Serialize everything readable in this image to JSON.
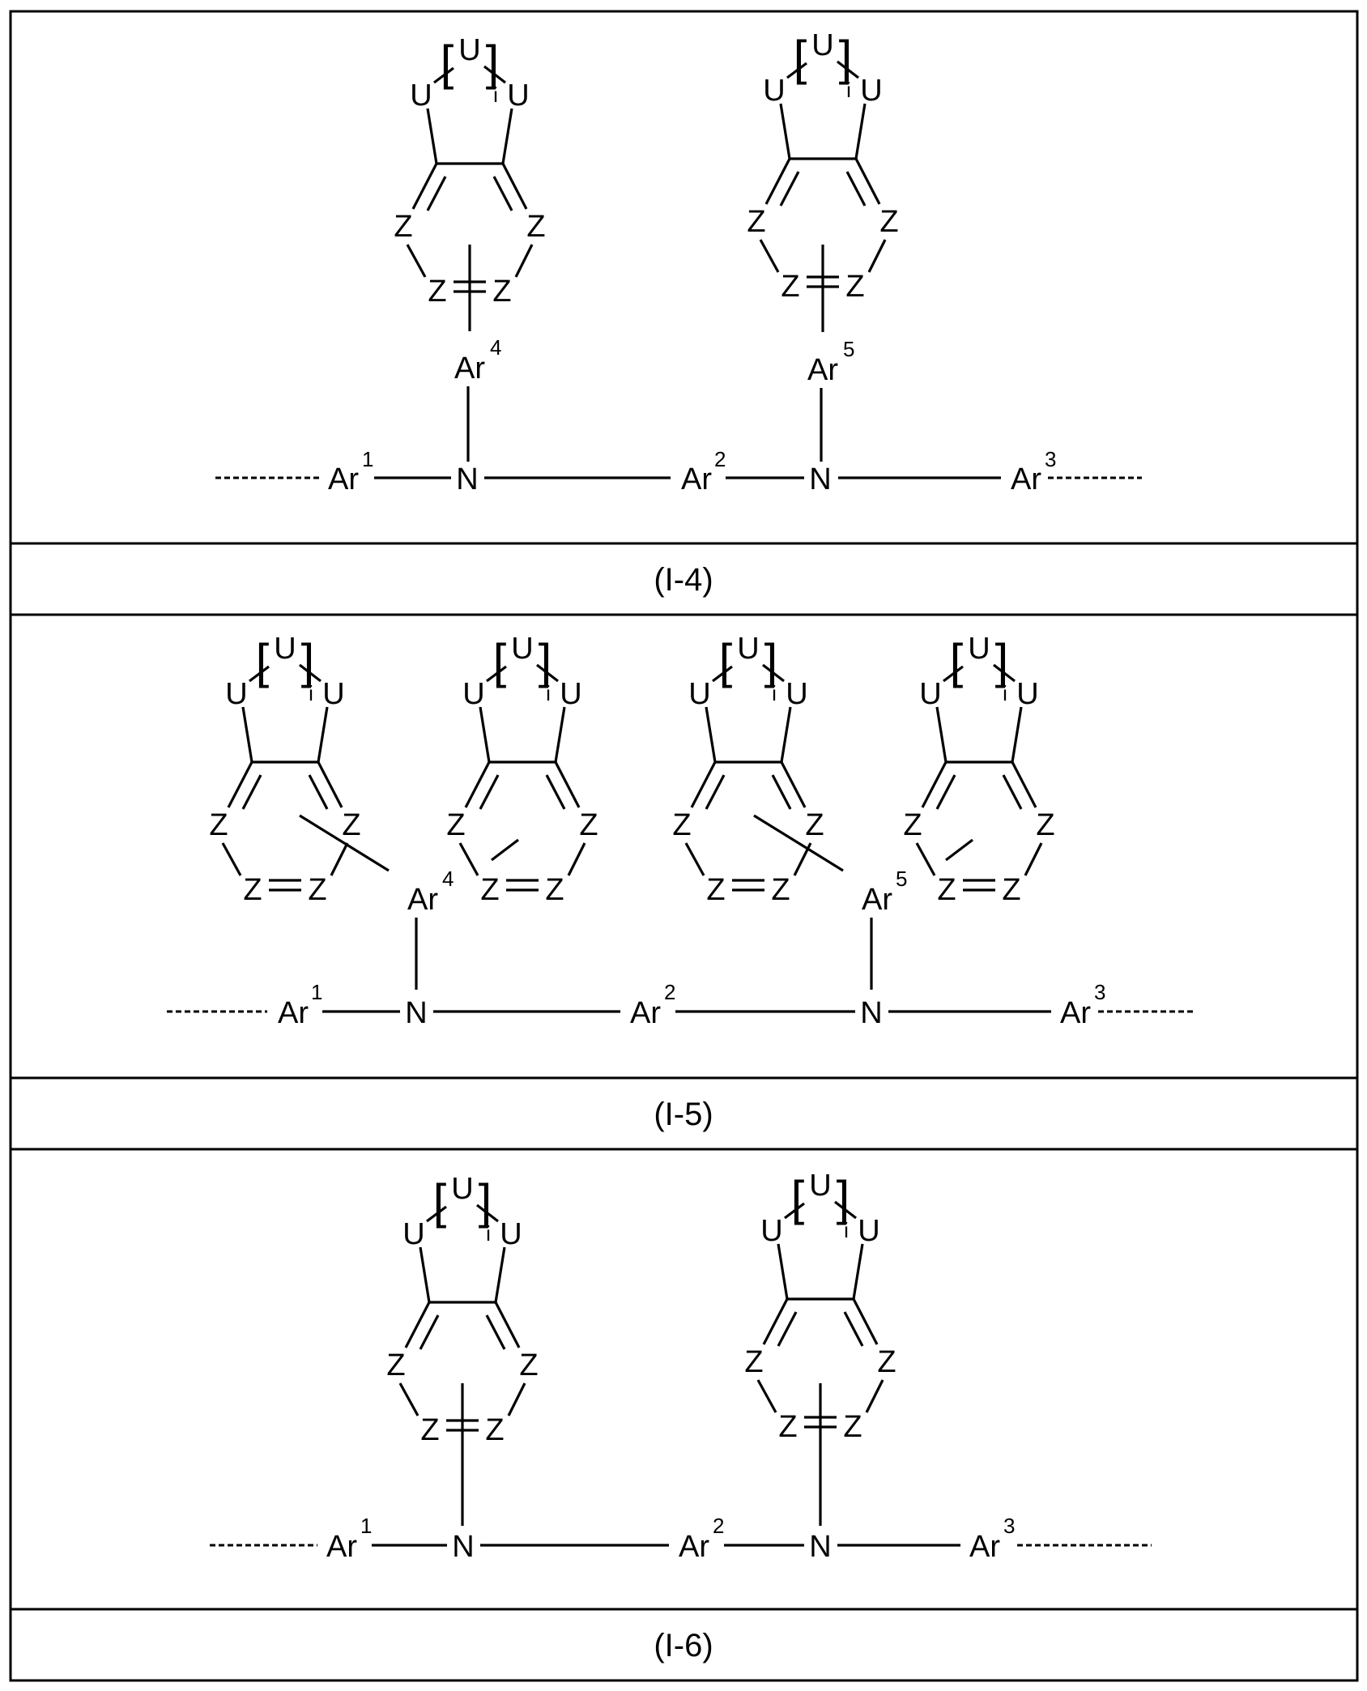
{
  "figure": {
    "formulas": [
      {
        "id": "I-4",
        "label": "(I-4)",
        "backbone": {
          "nodes": [
            {
              "text": "Ar",
              "sup": "1"
            },
            {
              "text": "N"
            },
            {
              "text": "Ar",
              "sup": "2"
            },
            {
              "text": "N"
            },
            {
              "text": "Ar",
              "sup": "3"
            }
          ],
          "pendant_aryls": [
            {
              "text": "Ar",
              "sup": "4"
            },
            {
              "text": "Ar",
              "sup": "5"
            }
          ]
        },
        "ring_units": 2,
        "ring_atoms": {
          "ring_atom": "Z",
          "bridge_atom": "U",
          "repeat_atom": "U",
          "repeat_index": "i"
        }
      },
      {
        "id": "I-5",
        "label": "(I-5)",
        "backbone": {
          "nodes": [
            {
              "text": "Ar",
              "sup": "1"
            },
            {
              "text": "N"
            },
            {
              "text": "Ar",
              "sup": "2"
            },
            {
              "text": "N"
            },
            {
              "text": "Ar",
              "sup": "3"
            }
          ],
          "pendant_aryls": [
            {
              "text": "Ar",
              "sup": "4"
            },
            {
              "text": "Ar",
              "sup": "5"
            }
          ]
        },
        "ring_units": 4,
        "ring_atoms": {
          "ring_atom": "Z",
          "bridge_atom": "U",
          "repeat_atom": "U",
          "repeat_index": "i"
        }
      },
      {
        "id": "I-6",
        "label": "(I-6)",
        "backbone": {
          "nodes": [
            {
              "text": "Ar",
              "sup": "1"
            },
            {
              "text": "N"
            },
            {
              "text": "Ar",
              "sup": "2"
            },
            {
              "text": "N"
            },
            {
              "text": "Ar",
              "sup": "3"
            }
          ]
        },
        "ring_units": 2,
        "ring_atoms": {
          "ring_atom": "Z",
          "bridge_atom": "U",
          "repeat_atom": "U",
          "repeat_index": "i"
        }
      }
    ],
    "atoms": {
      "U": "U",
      "Z": "Z",
      "N": "N",
      "Ar": "Ar",
      "i": "i"
    },
    "colors": {
      "ink": "#000000",
      "background": "#ffffff"
    }
  }
}
